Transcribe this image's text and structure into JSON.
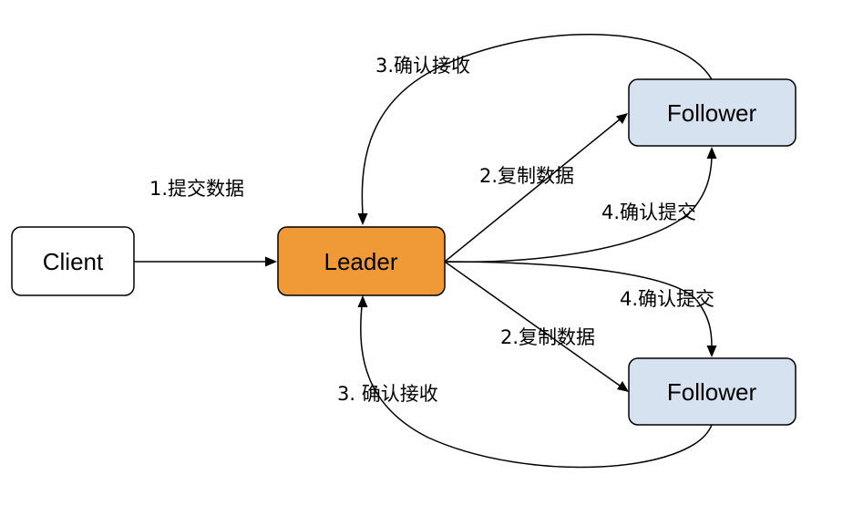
{
  "nodes": {
    "client": {
      "label": "Client",
      "fill": "#ffffff",
      "stroke": "#000000"
    },
    "leader": {
      "label": "Leader",
      "fill": "#f09a37",
      "stroke": "#000000"
    },
    "follower_top": {
      "label": "Follower",
      "fill": "#d6e2f0",
      "stroke": "#000000"
    },
    "follower_bottom": {
      "label": "Follower",
      "fill": "#d6e2f0",
      "stroke": "#000000"
    }
  },
  "edges": {
    "submit": "1.提交数据",
    "replicate_top": "2.复制数据",
    "replicate_bottom": "2.复制数据",
    "ack_receive_top": "3.确认接收",
    "ack_receive_bottom": "3. 确认接收",
    "commit_top": "4.确认提交",
    "commit_bottom": "4.确认提交"
  }
}
